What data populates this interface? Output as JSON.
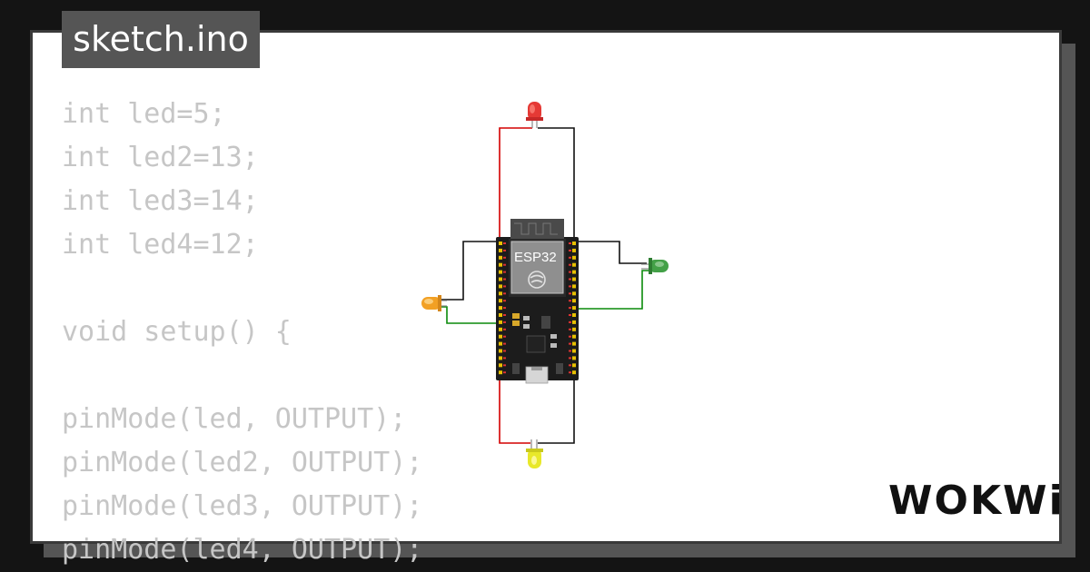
{
  "tab": {
    "filename": "sketch.ino"
  },
  "code": {
    "lines": [
      "int led=5;",
      "int led2=13;",
      "int led3=14;",
      "int led4=12;",
      "",
      "void setup() {",
      "",
      "pinMode(led, OUTPUT);",
      "pinMode(led2, OUTPUT);",
      "pinMode(led3, OUTPUT);",
      "pinMode(led4, OUTPUT);"
    ]
  },
  "board": {
    "label": "ESP32"
  },
  "brand": {
    "logo_text": "WOKWi"
  },
  "leds": [
    {
      "name": "red-led",
      "color": "#e53935"
    },
    {
      "name": "green-led",
      "color": "#43a047"
    },
    {
      "name": "orange-led",
      "color": "#f2a024"
    },
    {
      "name": "yellow-led",
      "color": "#e8e82a"
    }
  ],
  "wires": {
    "red": "#d40000",
    "black": "#111111",
    "green": "#0a8a0a"
  }
}
